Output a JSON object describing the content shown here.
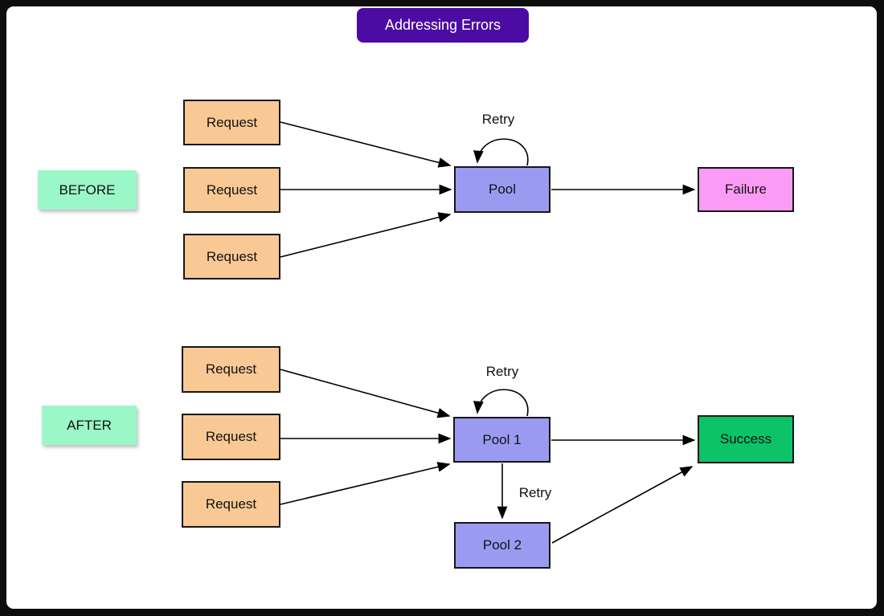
{
  "title": {
    "label": "Addressing Errors"
  },
  "colors": {
    "frame": "#0d0d0d",
    "page_bg": "#ffffff",
    "title_bg": "#4C0BA3",
    "title_text": "#ffffff",
    "section_label_bg": "#9BF7C8",
    "request_bg": "#F9C995",
    "pool_bg": "#9A9BF0",
    "failure_bg": "#FC9BF5",
    "success_bg": "#0CC368",
    "node_border": "#161616",
    "arrow": "#000000"
  },
  "before": {
    "section_label": "BEFORE",
    "requests": [
      "Request",
      "Request",
      "Request"
    ],
    "pool_label": "Pool",
    "outcome_label": "Failure",
    "retry_loop_label": "Retry"
  },
  "after": {
    "section_label": "AFTER",
    "requests": [
      "Request",
      "Request",
      "Request"
    ],
    "pool1_label": "Pool 1",
    "pool2_label": "Pool 2",
    "outcome_label": "Success",
    "retry_loop_label": "Retry",
    "retry_down_label": "Retry"
  }
}
